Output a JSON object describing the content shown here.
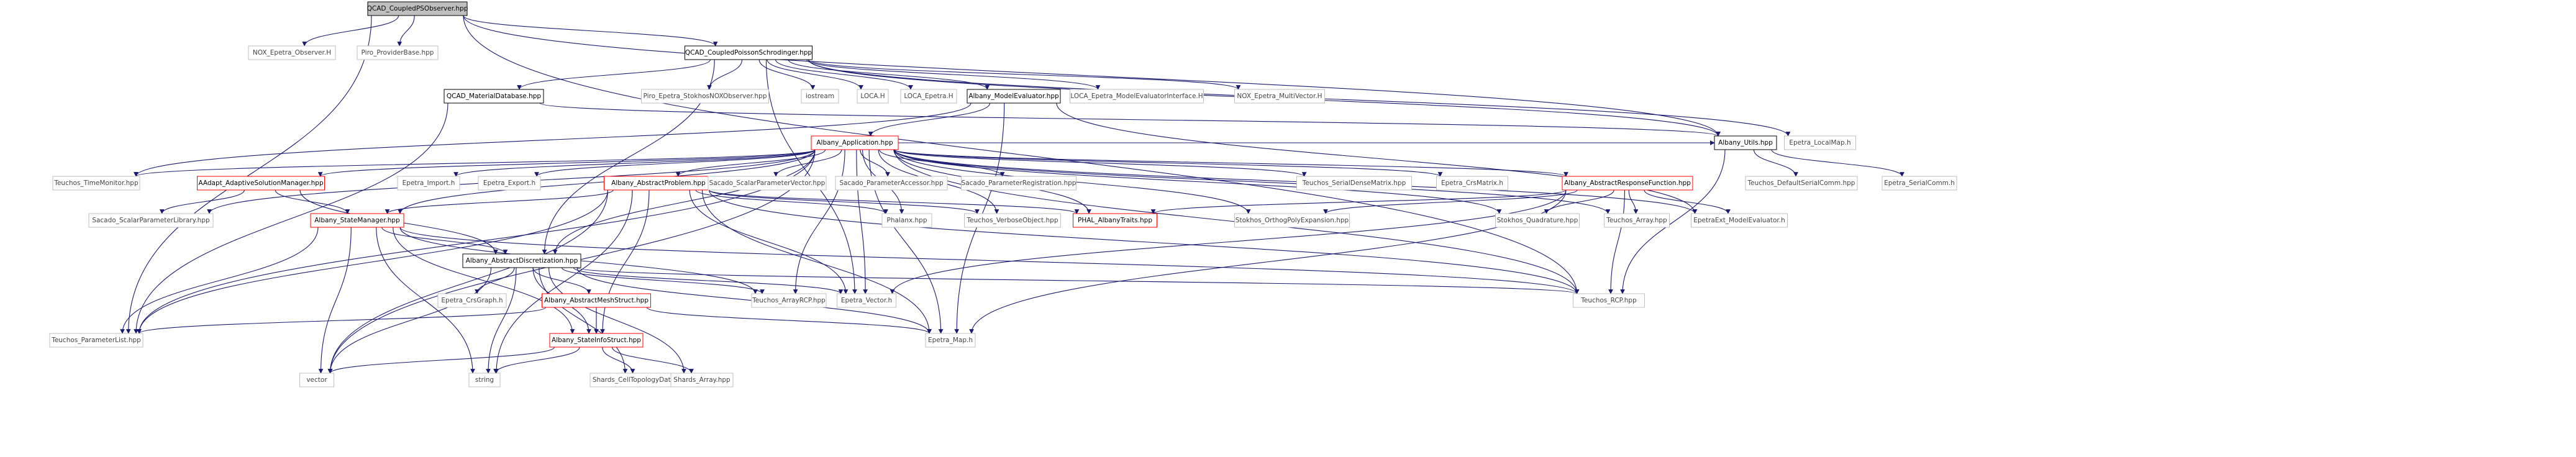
{
  "colors": {
    "edge": "#191970",
    "edge_muted": "#a9a9a9",
    "node_border": "#000000",
    "node_border_muted": "#bfbfbf",
    "node_border_red": "#ff0000",
    "root_fill": "#bfbfbf",
    "text": "#000000",
    "text_muted": "#444444"
  },
  "nodes": [
    {
      "id": "root",
      "label": "QCAD_CoupledPSObserver.hpp",
      "style": "root"
    },
    {
      "id": "noxobs",
      "label": "NOX_Epetra_Observer.H",
      "style": "muted"
    },
    {
      "id": "piroprov",
      "label": "Piro_ProviderBase.hpp",
      "style": "muted"
    },
    {
      "id": "cps",
      "label": "QCAD_CoupledPoissonSchrodinger.hpp",
      "style": "doc"
    },
    {
      "id": "matdb",
      "label": "QCAD_MaterialDatabase.hpp",
      "style": "doc"
    },
    {
      "id": "piroobs",
      "label": "Piro_Epetra_StokhosNOXObserver.hpp",
      "style": "muted"
    },
    {
      "id": "iostream",
      "label": "iostream",
      "style": "muted"
    },
    {
      "id": "locah",
      "label": "LOCA.H",
      "style": "muted"
    },
    {
      "id": "locaep",
      "label": "LOCA_Epetra.H",
      "style": "muted"
    },
    {
      "id": "modeleval",
      "label": "Albany_ModelEvaluator.hpp",
      "style": "doc"
    },
    {
      "id": "locamei",
      "label": "LOCA_Epetra_ModelEvaluatorInterface.H",
      "style": "muted"
    },
    {
      "id": "noxmv",
      "label": "NOX_Epetra_MultiVector.H",
      "style": "muted"
    },
    {
      "id": "app",
      "label": "Albany_Application.hpp",
      "style": "red"
    },
    {
      "id": "utils",
      "label": "Albany_Utils.hpp",
      "style": "doc"
    },
    {
      "id": "localmap",
      "label": "Epetra_LocalMap.h",
      "style": "muted"
    },
    {
      "id": "timemon",
      "label": "Teuchos_TimeMonitor.hpp",
      "style": "muted"
    },
    {
      "id": "adapt",
      "label": "AAdapt_AdaptiveSolutionManager.hpp",
      "style": "red"
    },
    {
      "id": "import",
      "label": "Epetra_Import.h",
      "style": "muted"
    },
    {
      "id": "export",
      "label": "Epetra_Export.h",
      "style": "muted"
    },
    {
      "id": "problem",
      "label": "Albany_AbstractProblem.hpp",
      "style": "red"
    },
    {
      "id": "sspv",
      "label": "Sacado_ScalarParameterVector.hpp",
      "style": "muted"
    },
    {
      "id": "spa",
      "label": "Sacado_ParameterAccessor.hpp",
      "style": "muted"
    },
    {
      "id": "spr",
      "label": "Sacado_ParameterRegistration.hpp",
      "style": "muted"
    },
    {
      "id": "sdm",
      "label": "Teuchos_SerialDenseMatrix.hpp",
      "style": "muted"
    },
    {
      "id": "crsmatrix",
      "label": "Epetra_CrsMatrix.h",
      "style": "muted"
    },
    {
      "id": "respfun",
      "label": "Albany_AbstractResponseFunction.hpp",
      "style": "red"
    },
    {
      "id": "defcomm",
      "label": "Teuchos_DefaultSerialComm.hpp",
      "style": "muted"
    },
    {
      "id": "sercomm",
      "label": "Epetra_SerialComm.h",
      "style": "muted"
    },
    {
      "id": "sspl",
      "label": "Sacado_ScalarParameterLibrary.hpp",
      "style": "muted"
    },
    {
      "id": "statemgr",
      "label": "Albany_StateManager.hpp",
      "style": "red"
    },
    {
      "id": "phalanx",
      "label": "Phalanx.hpp",
      "style": "muted"
    },
    {
      "id": "verbose",
      "label": "Teuchos_VerboseObject.hpp",
      "style": "muted"
    },
    {
      "id": "phaltraits",
      "label": "PHAL_AlbanyTraits.hpp",
      "style": "red"
    },
    {
      "id": "stokhos",
      "label": "Stokhos_OrthogPolyExpansion.hpp",
      "style": "muted"
    },
    {
      "id": "quad",
      "label": "Stokhos_Quadrature.hpp",
      "style": "muted"
    },
    {
      "id": "tarray",
      "label": "Teuchos_Array.hpp",
      "style": "muted"
    },
    {
      "id": "epext",
      "label": "EpetraExt_ModelEvaluator.h",
      "style": "muted"
    },
    {
      "id": "disc",
      "label": "Albany_AbstractDiscretization.hpp",
      "style": "doc"
    },
    {
      "id": "crsgraph",
      "label": "Epetra_CrsGraph.h",
      "style": "muted"
    },
    {
      "id": "meshstruct",
      "label": "Albany_AbstractMeshStruct.hpp",
      "style": "red"
    },
    {
      "id": "arrayrcp",
      "label": "Teuchos_ArrayRCP.hpp",
      "style": "muted"
    },
    {
      "id": "vector_h",
      "label": "Epetra_Vector.h",
      "style": "muted"
    },
    {
      "id": "rcp",
      "label": "Teuchos_RCP.hpp",
      "style": "muted"
    },
    {
      "id": "paramlist",
      "label": "Teuchos_ParameterList.hpp",
      "style": "muted"
    },
    {
      "id": "map",
      "label": "Epetra_Map.h",
      "style": "muted"
    },
    {
      "id": "stateinfo",
      "label": "Albany_StateInfoStruct.hpp",
      "style": "red"
    },
    {
      "id": "vector",
      "label": "vector",
      "style": "muted"
    },
    {
      "id": "string",
      "label": "string",
      "style": "muted"
    },
    {
      "id": "celltop",
      "label": "Shards_CellTopologyData.h",
      "style": "muted"
    },
    {
      "id": "shardsarray",
      "label": "Shards_Array.hpp",
      "style": "muted"
    }
  ]
}
